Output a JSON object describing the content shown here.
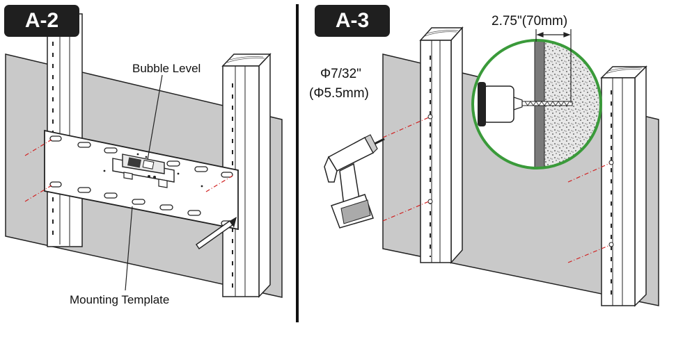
{
  "steps": {
    "a2": {
      "badge": "A-2",
      "labels": {
        "bubble_level": "Bubble Level",
        "mounting_template": "Mounting Template"
      }
    },
    "a3": {
      "badge": "A-3",
      "labels": {
        "drill_bit_size": "Φ7/32\"",
        "drill_bit_size_metric": "(Φ5.5mm)",
        "drill_depth": "2.75\"(70mm)"
      }
    }
  },
  "colors": {
    "wall": "#c9c9c9",
    "stud": "#ffffff",
    "badge": "#1f1f1f",
    "guide_line": "#d12020",
    "magnifier_ring": "#3a9a3a",
    "level_bubble": "#3a3a3a"
  },
  "icons": [
    "bubble-level-icon",
    "drill-icon",
    "screwdriver-icon",
    "magnifier-detail-icon"
  ]
}
